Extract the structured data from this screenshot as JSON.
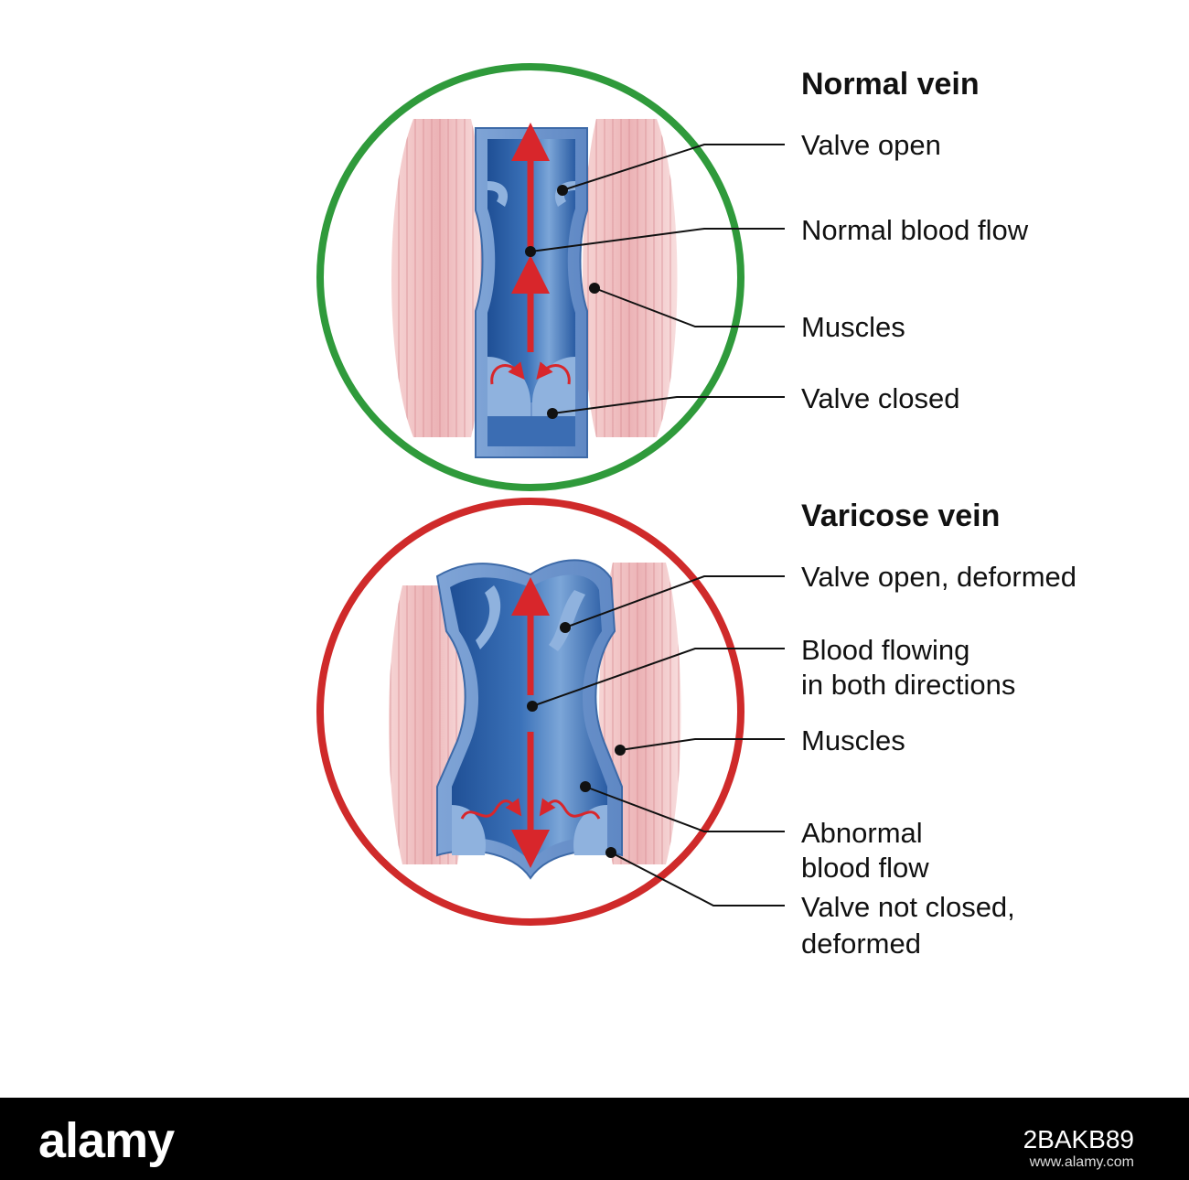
{
  "normal": {
    "title": "Normal vein",
    "labels": {
      "valve_open": "Valve open",
      "flow": "Normal blood flow",
      "muscles": "Muscles",
      "valve_closed": "Valve closed"
    },
    "ring_color": "#2f9a3b"
  },
  "varicose": {
    "title": "Varicose vein",
    "labels": {
      "valve_open_l1": "Valve open, deformed",
      "flow_l1": "Blood flowing",
      "flow_l2": "in both directions",
      "muscles": "Muscles",
      "abnormal_l1": "Abnormal",
      "abnormal_l2": "blood flow",
      "valve_not_closed_l1": "Valve not closed,",
      "valve_not_closed_l2": "deformed"
    },
    "ring_color": "#cf2a2a"
  },
  "footer": {
    "logo": "alamy",
    "image_id": "2BAKB89",
    "url": "www.alamy.com"
  }
}
